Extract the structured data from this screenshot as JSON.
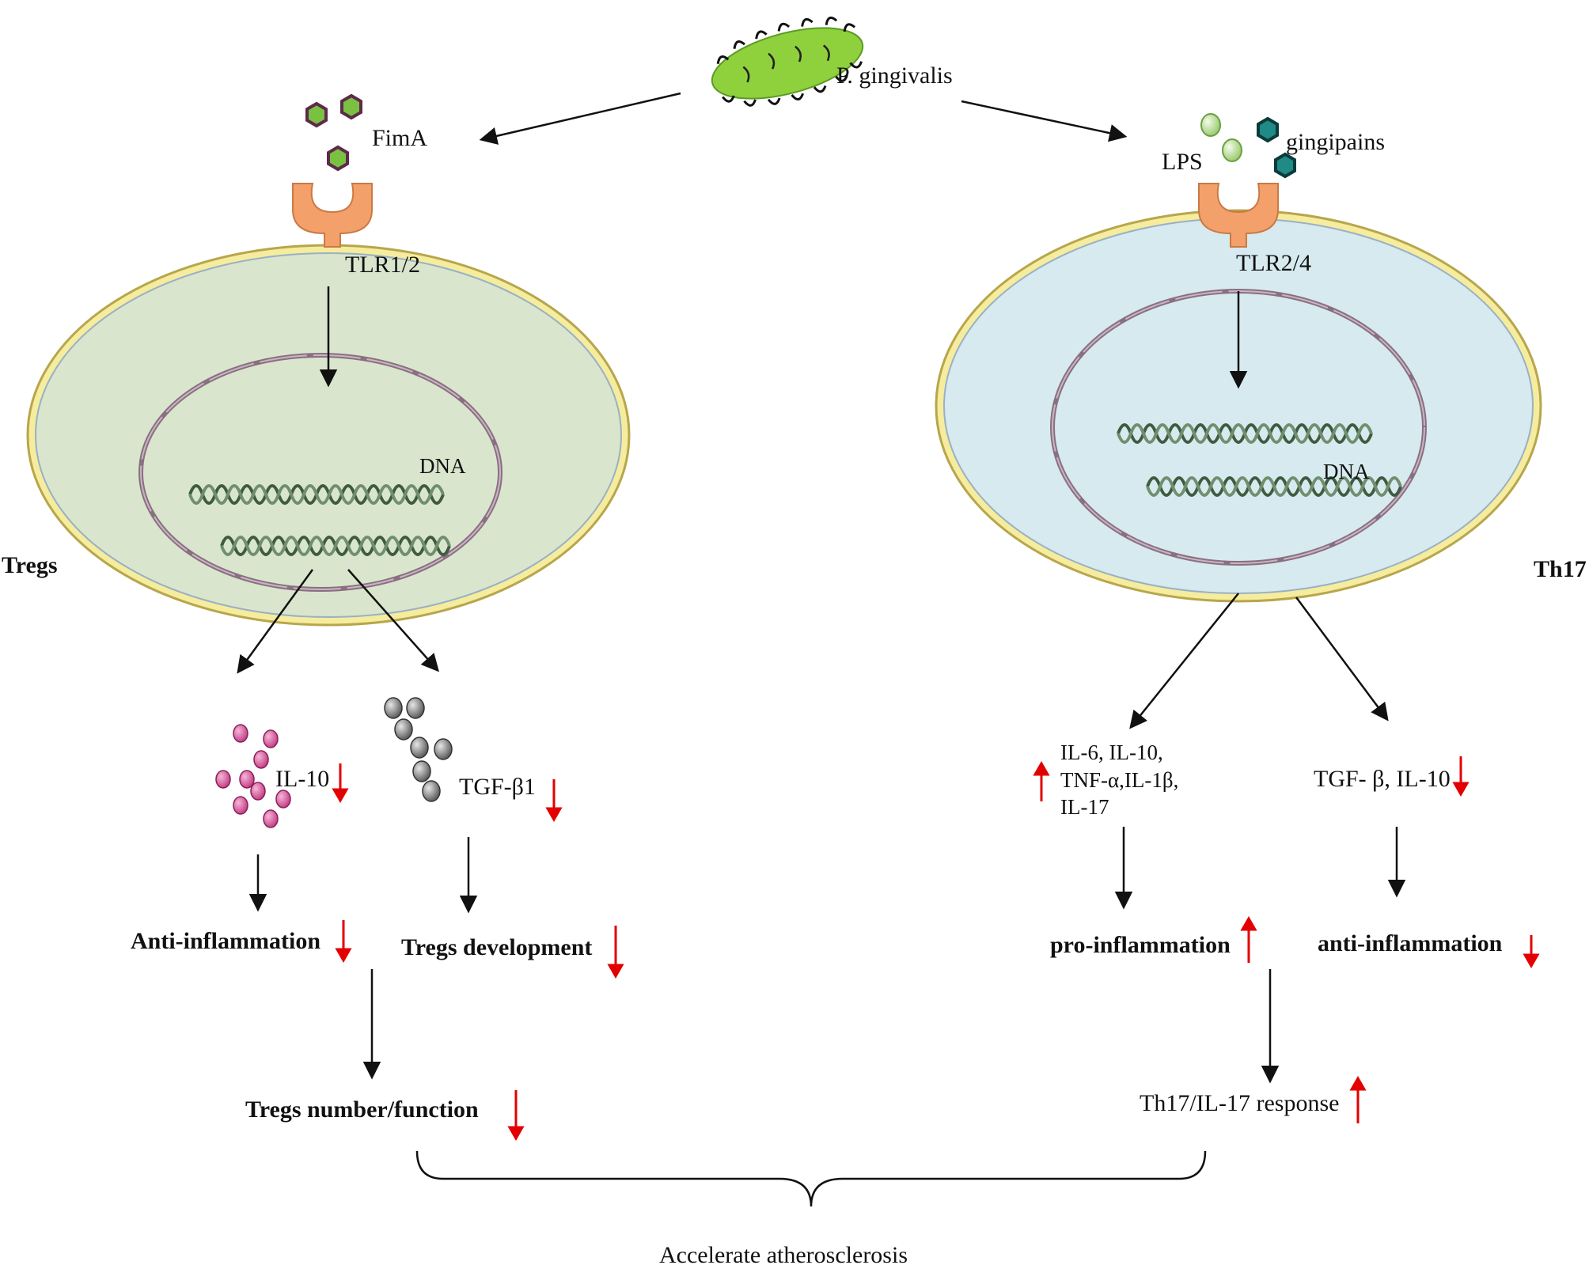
{
  "labels": {
    "pathogen": "P. gingivalis",
    "fima": "FimA",
    "lps": "LPS",
    "gingipains": "gingipains",
    "tlr_left": "TLR1/2",
    "tlr_right": "TLR2/4",
    "dna_left": "DNA",
    "dna_right": "DNA",
    "cell_left": "Tregs",
    "cell_right": "Th17",
    "il10": "IL-10",
    "tgfb1": "TGF-β1",
    "cytokines_line1": "IL-6, IL-10,",
    "cytokines_line2": "TNF-α,IL-1β,",
    "cytokines_line3": "IL-17",
    "tgfb_il10": "TGF- β, IL-10",
    "anti_inflammation_left": "Anti-inflammation",
    "tregs_development": "Tregs development",
    "pro_inflammation": "pro-inflammation",
    "anti_inflammation_right": "anti-inflammation",
    "tregs_number": "Tregs number/function",
    "th17_response": "Th17/IL-17 response",
    "outcome": "Accelerate atherosclerosis"
  },
  "colors": {
    "treg_cell_fill": "#d9e6cd",
    "th17_cell_fill": "#d6eaef",
    "membrane": "#f5ec9e",
    "membrane_edge": "#b7a64c",
    "receptor": "#f4a06b",
    "bacterium": "#8fd13c",
    "dna": "#3f5b3f",
    "up_down_arrow": "#e30000",
    "il10_particle": "#d9559a",
    "tgf_particle": "#8a8a8a",
    "fima_particle": "#7ac142",
    "lps_particle": "#c6e6a6",
    "gingipain_particle": "#1f8a86"
  },
  "indicators": {
    "il10": "down",
    "tgfb1": "down",
    "cytokines": "up",
    "tgfb_il10": "down",
    "anti_inflammation_left": "down",
    "tregs_development": "down",
    "pro_inflammation": "up",
    "anti_inflammation_right": "down",
    "tregs_number": "down",
    "th17_response": "up"
  }
}
